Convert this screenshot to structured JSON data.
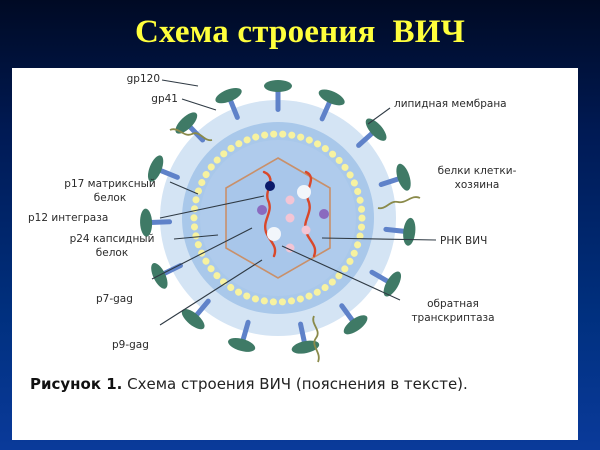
{
  "slide": {
    "title": "Схема строения  ВИЧ"
  },
  "figure": {
    "labels": {
      "gp120": "gp120",
      "gp41": "gp41",
      "lipid_membrane": "липидная мембрана",
      "host_proteins_1": "белки клетки-",
      "host_proteins_2": "хозяина",
      "p17_1": "p17 матриксный",
      "p17_2": "белок",
      "p12": "p12 интеграза",
      "p24_1": "p24 капсидный",
      "p24_2": "белок",
      "p7": "p7-gag",
      "p9": "p9-gag",
      "rna": "РНК ВИЧ",
      "rt_1": "обратная",
      "rt_2": "транскриптаза"
    },
    "caption": {
      "bold": "Рисунок 1.",
      "text": " Схема строения ВИЧ (пояснения в тексте)."
    },
    "colors": {
      "title": "#ffff3c",
      "outer_envelope": "#d4e4f4",
      "matrix_layer": "#a9c8ea",
      "yellow_beads": "#f7f2a0",
      "capsid_outline": "#c9906a",
      "rna": "#d9482b",
      "spike_head": "#3f7a66",
      "spike_stem": "#5f82c9",
      "host_protein": "#8a8a4a"
    }
  }
}
